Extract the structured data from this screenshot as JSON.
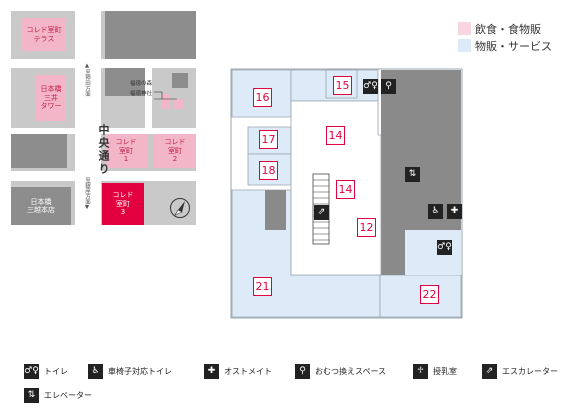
{
  "legend_top": [
    {
      "label": "飲食・食物販",
      "color": "#f9d5e2"
    },
    {
      "label": "物販・サービス",
      "color": "#ddeaf7"
    }
  ],
  "area_map": {
    "buildings": {
      "coredo_terrace": "コレド室町\nテラス",
      "nihonbashi_mitsui_tower": "日本橋\n三井\nタワー",
      "coredo_1": "コレド\n室町\n1",
      "coredo_2": "コレド\n室町\n2",
      "coredo_3": "コレド\n室町\n3",
      "mitsukoshi": "日本橋\n三越本店"
    },
    "streets": {
      "upper": "▲至神田方面",
      "lower": "至銀座方面▼",
      "avenue": "中央通り"
    },
    "shrine": {
      "line1": "福徳の森",
      "line2": "福徳神社"
    }
  },
  "floor_map": {
    "stores": {
      "s12": "12",
      "s14a": "14",
      "s14b": "14",
      "s15": "15",
      "s16": "16",
      "s17": "17",
      "s18": "18",
      "s21": "21",
      "s22": "22"
    }
  },
  "legend_bottom": [
    {
      "icon": "restroom-icon",
      "glyph": "♂♀",
      "label": "トイレ"
    },
    {
      "icon": "wheelchair-icon",
      "glyph": "♿",
      "label": "車椅子対応トイレ"
    },
    {
      "icon": "ostomate-icon",
      "glyph": "✚",
      "label": "オストメイト"
    },
    {
      "icon": "diaper-changing-icon",
      "glyph": "⚲",
      "label": "おむつ換えスペース"
    },
    {
      "icon": "nursing-room-icon",
      "glyph": "♱",
      "label": "授乳室"
    },
    {
      "icon": "escalator-icon",
      "glyph": "⇗",
      "label": "エスカレーター"
    },
    {
      "icon": "elevator-icon",
      "glyph": "⇅",
      "label": "エレベーター"
    }
  ]
}
